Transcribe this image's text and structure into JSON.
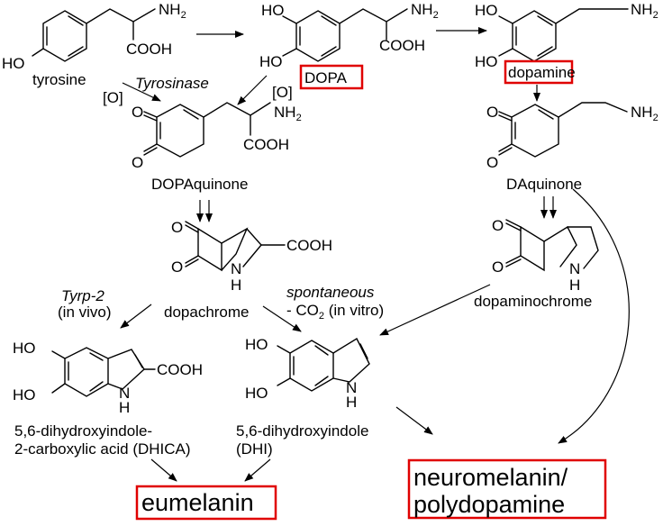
{
  "colors": {
    "ink": "#000000",
    "highlight": "#e00000"
  },
  "molecules": {
    "tyrosine": "tyrosine",
    "dopa": "DOPA",
    "dopamine": "dopamine",
    "dopaquinone": "DOPAquinone",
    "daquinone": "DAquinone",
    "dopachrome": "dopachrome",
    "dopaminochrome": "dopaminochrome",
    "dhica_line1": "5,6-dihydroxyindole-",
    "dhica_line2": "2-carboxylic acid (DHICA)",
    "dhi_line1": "5,6-dihydroxyindole",
    "dhi_line2": "(DHI)"
  },
  "groups": {
    "nh2": "NH",
    "nh2_sub": "2",
    "cooh": "COOH",
    "ho": "HO",
    "o": "O",
    "nh": "NH",
    "h": "H",
    "n": "N"
  },
  "conditions": {
    "tyrosinase": "Tyrosinase",
    "oxidation": "[O]",
    "tyrp2": "Tyrp-2",
    "in_vivo": "(in vivo)",
    "spontaneous": "spontaneous",
    "co2_prefix": "- CO",
    "co2_sub": "2",
    "co2_suffix": " (in vitro)"
  },
  "products": {
    "eumelanin": "eumelanin",
    "neuromelanin_line1": "neuromelanin/",
    "neuromelanin_line2": "polydopamine"
  }
}
